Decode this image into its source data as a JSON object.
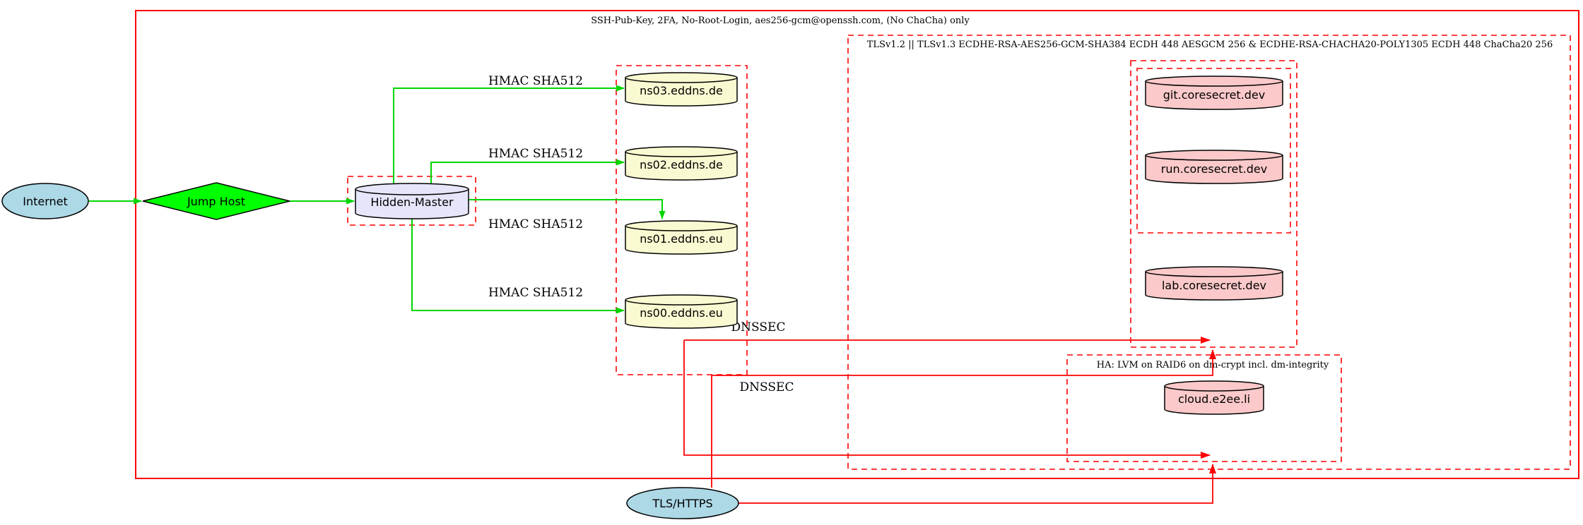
{
  "diagram": {
    "clusters": {
      "ssh": {
        "label": "SSH-Pub-Key, 2FA, No-Root-Login, aes256-gcm@openssh.com, (No ChaCha) only"
      },
      "tls": {
        "label": "TLSv1.2 || TLSv1.3 ECDHE-RSA-AES256-GCM-SHA384 ECDH 448 AESGCM 256 & ECDHE-RSA-CHACHA20-POLY1305 ECDH 448 ChaCha20 256"
      },
      "ha": {
        "label": "HA: LVM on RAID6 on dm-crypt incl. dm-integrity"
      }
    },
    "nodes": {
      "internet": {
        "label": "Internet",
        "shape": "ellipse",
        "fill": "#ADD8E6"
      },
      "jump_host": {
        "label": "Jump Host",
        "shape": "diamond",
        "fill": "#00FF00"
      },
      "hidden_master": {
        "label": "Hidden-Master",
        "shape": "cylinder",
        "fill": "#E6E6FA"
      },
      "ns03": {
        "label": "ns03.eddns.de",
        "shape": "cylinder",
        "fill": "#FAFAD2"
      },
      "ns02": {
        "label": "ns02.eddns.de",
        "shape": "cylinder",
        "fill": "#FAFAD2"
      },
      "ns01": {
        "label": "ns01.eddns.eu",
        "shape": "cylinder",
        "fill": "#FAFAD2"
      },
      "ns00": {
        "label": "ns00.eddns.eu",
        "shape": "cylinder",
        "fill": "#FAFAD2"
      },
      "git": {
        "label": "git.coresecret.dev",
        "shape": "cylinder",
        "fill": "#FBC9C9"
      },
      "run": {
        "label": "run.coresecret.dev",
        "shape": "cylinder",
        "fill": "#FBC9C9"
      },
      "lab": {
        "label": "lab.coresecret.dev",
        "shape": "cylinder",
        "fill": "#FBC9C9"
      },
      "cloud": {
        "label": "cloud.e2ee.li",
        "shape": "cylinder",
        "fill": "#FBC9C9"
      },
      "tls_https": {
        "label": "TLS/HTTPS",
        "shape": "ellipse",
        "fill": "#ADD8E6"
      }
    },
    "edge_labels": {
      "hmac": "HMAC SHA512",
      "dnssec": "DNSSEC"
    },
    "colors": {
      "edge_green": "#00d500",
      "edge_red": "#ff0000",
      "cluster_border": "#ff0000"
    }
  }
}
